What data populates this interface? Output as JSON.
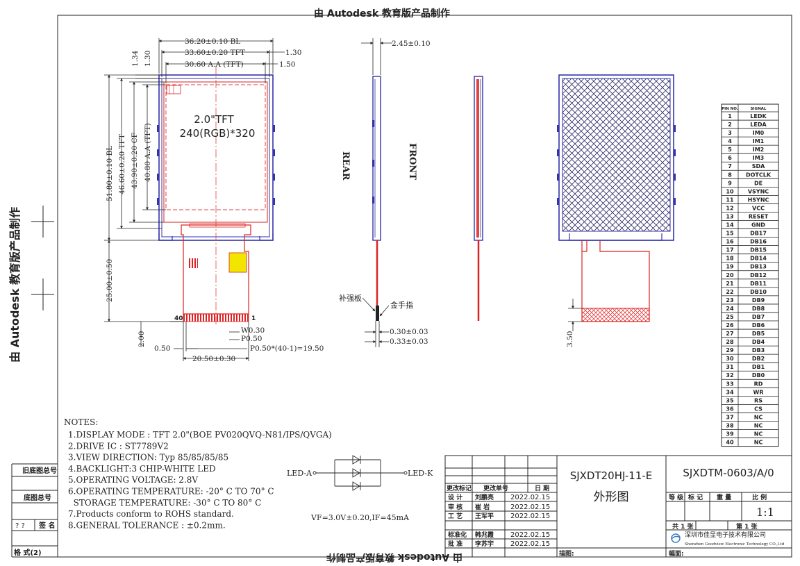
{
  "colors": {
    "ink": "#222222",
    "panel": "#3333aa",
    "fpc": "#dd2222",
    "dash": "#dd4444",
    "tape": "#f2e600",
    "hatch": "#2a2a66"
  },
  "watermarks": {
    "top": "由 Autodesk 教育版产品制作",
    "left": "由 Autodesk 教育版产品制作",
    "bottom": "由 Autodesk 教育版产品制作"
  },
  "front": {
    "dims": {
      "bl_width": "36.20±0.10 BL",
      "tft_width": "33.60±0.20 TFT",
      "aa_width": "30.60 A.A (TFT)",
      "top_gap": "1.34",
      "top_gap2": "1.30",
      "right_gap1": "1.30",
      "right_gap2": "1.50",
      "bl_height": "51.80±0.10 BL",
      "tft_height": "46.60±0.20 TFT",
      "cf_height": "43.90±0.20 CF",
      "aa_height": "40.80 A.A (TFT)",
      "fpc_length": "25.00±0.50",
      "fpc_end": "2.00",
      "left_off": "0.50",
      "fpc_width": "20.50±0.30",
      "pin_w": "W0.30",
      "pin_p": "P0.50",
      "pin_total": "P0.50*(40-1)=19.50"
    },
    "label_size": "2.0\"TFT",
    "label_res": "240(RGB)*320",
    "pin_first": "40",
    "pin_last": "1"
  },
  "side": {
    "thickness": "2.45±0.10",
    "rear": "REAR",
    "front": "FRONT",
    "stiffener": "补强板",
    "gold_finger": "金手指",
    "fpc_thick1": "0.30±0.03",
    "fpc_thick2": "0.33±0.03"
  },
  "back": {
    "tail_dim": "3.50"
  },
  "pins": {
    "header_no": "PIN NO.",
    "header_sig": "SIGNAL",
    "rows": [
      [
        "1",
        "LEDK"
      ],
      [
        "2",
        "LEDA"
      ],
      [
        "3",
        "IM0"
      ],
      [
        "4",
        "IM1"
      ],
      [
        "5",
        "IM2"
      ],
      [
        "6",
        "IM3"
      ],
      [
        "7",
        "SDA"
      ],
      [
        "8",
        "DOTCLK"
      ],
      [
        "9",
        "DE"
      ],
      [
        "10",
        "VSYNC"
      ],
      [
        "11",
        "HSYNC"
      ],
      [
        "12",
        "VCC"
      ],
      [
        "13",
        "RESET"
      ],
      [
        "14",
        "GND"
      ],
      [
        "15",
        "DB17"
      ],
      [
        "16",
        "DB16"
      ],
      [
        "17",
        "DB15"
      ],
      [
        "18",
        "DB14"
      ],
      [
        "19",
        "DB13"
      ],
      [
        "20",
        "DB12"
      ],
      [
        "21",
        "DB11"
      ],
      [
        "22",
        "DB10"
      ],
      [
        "23",
        "DB9"
      ],
      [
        "24",
        "DB8"
      ],
      [
        "25",
        "DB7"
      ],
      [
        "26",
        "DB6"
      ],
      [
        "27",
        "DB5"
      ],
      [
        "28",
        "DB4"
      ],
      [
        "29",
        "DB3"
      ],
      [
        "30",
        "DB2"
      ],
      [
        "31",
        "DB1"
      ],
      [
        "32",
        "DB0"
      ],
      [
        "33",
        "RD"
      ],
      [
        "34",
        "WR"
      ],
      [
        "35",
        "RS"
      ],
      [
        "36",
        "CS"
      ],
      [
        "37",
        "NC"
      ],
      [
        "38",
        "NC"
      ],
      [
        "39",
        "NC"
      ],
      [
        "40",
        "NC"
      ]
    ]
  },
  "notes": {
    "heading": "NOTES:",
    "items": [
      "1.DISPLAY MODE : TFT 2.0\"(BOE PV020QVQ-N81/IPS/QVGA)",
      "2.DRIVE IC : ST7789V2",
      "3.VIEW DIRECTION: Typ 85/85/85/85",
      "4.BACKLIGHT:3 CHIP-WHITE LED",
      "5.OPERATING VOLTAGE: 2.8V",
      "6.OPERATING TEMPERATURE: -20° C TO 70° C",
      "  STORAGE TEMPERATURE: -30° C TO 80° C",
      "7.Products conform to ROHS standard.",
      "8.GENERAL TOLERANCE : ±0.2mm."
    ]
  },
  "led": {
    "anode": "LED-A",
    "cathode": "LED-K",
    "spec": "VF=3.0V±0.20,IF=45mA"
  },
  "side_block": {
    "old_no": "旧底图总号",
    "base_no": "底图总号",
    "qq": "? ?",
    "sign": "签 名",
    "format": "格 式(2)"
  },
  "title_block": {
    "model": "SJXDT20HJ-11-E",
    "title": "外形图",
    "drawing_no": "SJXDTM-0603/A/0",
    "rev_mark": "更改标记",
    "rev_no": "更改单号",
    "date_label": "日 期",
    "design": "设 计",
    "designer": "刘鹏亮",
    "design_date": "2022.02.15",
    "check": "审 核",
    "checker": "崔 岩",
    "check_date": "2022.02.15",
    "process": "工 艺",
    "process_by": "王军平",
    "process_date": "2022.02.15",
    "std": "标准化",
    "std_by": "韩兆霞",
    "std_date": "2022.02.15",
    "approve": "批 准",
    "approver": "李苏宇",
    "approve_date": "2022.02.15",
    "grade": "等 级",
    "mark": "标 记",
    "weight": "重 量",
    "scale_label": "比 例",
    "scale": "1:1",
    "total_sheets": "共 1 张",
    "sheet": "第 1 张",
    "company": "深圳市佳显电子技术有限公司",
    "company_en": "Shenzhen Goodview Electronic Technology CO.,Ltd",
    "drawn": "描图:",
    "frame": "幅面:"
  }
}
